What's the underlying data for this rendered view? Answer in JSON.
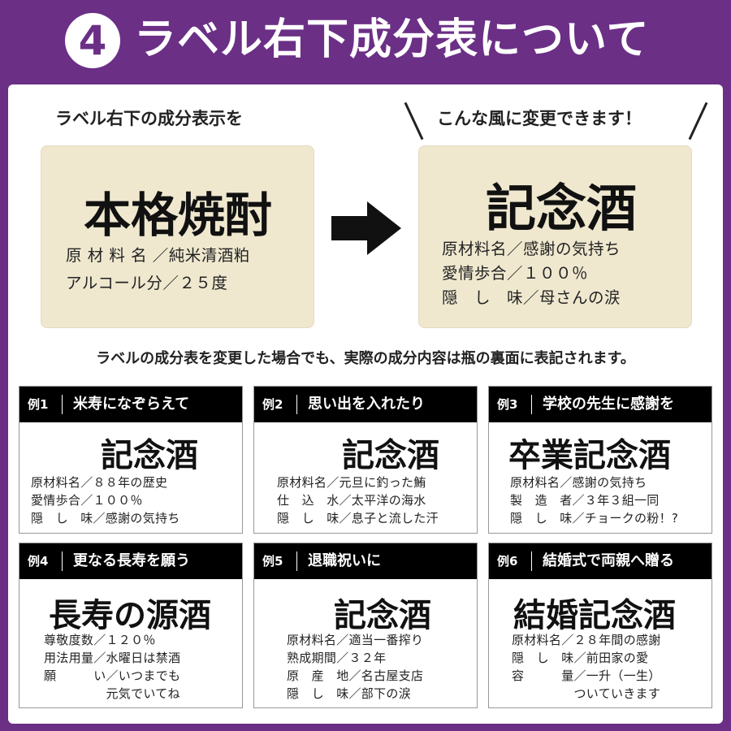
{
  "header": {
    "number": "4",
    "title": "ラベル右下成分表について"
  },
  "before": {
    "caption": "ラベル右下の成分表示を",
    "big": "本格焼酎",
    "lines": [
      "原 材 料 名 ／純米清酒粕",
      "アルコール分／２５度"
    ]
  },
  "after": {
    "caption": "こんな風に変更できます！",
    "big": "記念酒",
    "lines": [
      "原材料名／感謝の気持ち",
      "愛情歩合／１００％",
      "隠　し　味／母さんの涙"
    ]
  },
  "note": "ラベルの成分表を変更した場合でも、実際の成分内容は瓶の裏面に表記されます。",
  "examples": [
    {
      "tag": "例1",
      "title": "米寿になぞらえて",
      "big": "記念酒",
      "lines": [
        "原材料名／８８年の歴史",
        "愛情歩合／１００％",
        "隠　し　味／感謝の気持ち"
      ]
    },
    {
      "tag": "例2",
      "title": "思い出を入れたり",
      "big": "記念酒",
      "lines": [
        "原材料名／元旦に釣った鮪",
        "仕　込　水／太平洋の海水",
        "隠　し　味／息子と流した汗"
      ]
    },
    {
      "tag": "例3",
      "title": "学校の先生に感謝を",
      "big": "卒業記念酒",
      "lines": [
        "原材料名／感謝の気持ち",
        "製　造　者／３年３組一同",
        "隠　し　味／チョークの粉！?"
      ]
    },
    {
      "tag": "例4",
      "title": "更なる長寿を願う",
      "big": "長寿の源酒",
      "lines": [
        "尊敬度数／１２０％",
        "用法用量／水曜日は禁酒",
        "願　　　い／いつまでも",
        "　　　　　元気でいてね"
      ]
    },
    {
      "tag": "例5",
      "title": "退職祝いに",
      "big": "記念酒",
      "lines": [
        "原材料名／適当一番搾り",
        "熟成期間／３２年",
        "原　産　地／名古屋支店",
        "隠　し　味／部下の涙"
      ]
    },
    {
      "tag": "例6",
      "title": "結婚式で両親へ贈る",
      "big": "結婚記念酒",
      "lines": [
        "原材料名／２８年間の感謝",
        "隠　し　味／前田家の愛",
        "容　　　量／一升（一生）",
        "　　　　　ついていきます"
      ]
    }
  ],
  "colors": {
    "purple": "#6b2f86",
    "label_bg": "#efe8cf",
    "black": "#000000"
  }
}
